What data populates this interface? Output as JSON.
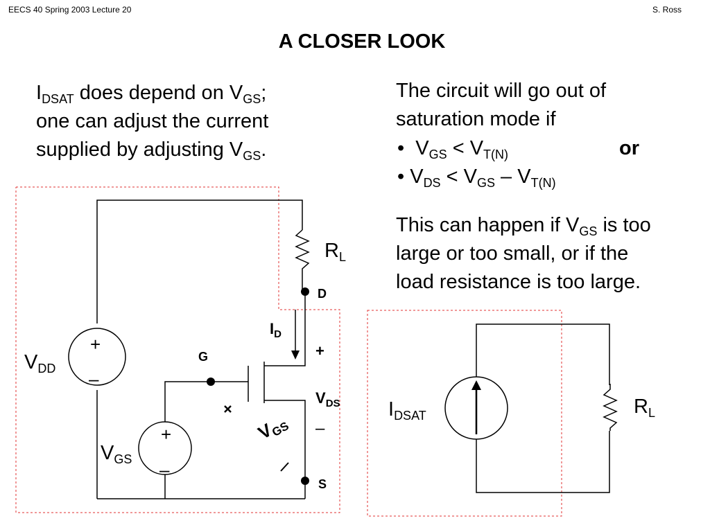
{
  "header": {
    "left": "EECS 40 Spring 2003  Lecture 20",
    "right": "S. Ross"
  },
  "title": "A CLOSER LOOK",
  "left_text": {
    "l1_a": "I",
    "l1_a_sub": "DSAT",
    "l1_b": " does depend on V",
    "l1_b_sub": "GS",
    "l1_c": ";",
    "l2": "one can adjust the current",
    "l3_a": "supplied by adjusting V",
    "l3_sub": "GS",
    "l3_b": "."
  },
  "right_text": {
    "p1_l1": "The circuit will go out of",
    "p1_l2": "saturation mode if",
    "b1_bullet": "•",
    "b1_a": "V",
    "b1_a_sub": "GS",
    "b1_b": " < V",
    "b1_b_sub": "T(N)",
    "or": "or",
    "b2_bullet": "•",
    "b2_a": "V",
    "b2_a_sub": "DS",
    "b2_b": " < V",
    "b2_b_sub": "GS",
    "b2_c": " – V",
    "b2_c_sub": "T(N)",
    "p2_l1_a": "This can happen if V",
    "p2_l1_sub": "GS",
    "p2_l1_b": " is too",
    "p2_l2": "large or too small, or if the",
    "p2_l3": "load resistance is too large."
  },
  "circuit1": {
    "vdd": "V",
    "vdd_sub": "DD",
    "vgs": "V",
    "vgs_sub": "GS",
    "rl": "R",
    "rl_sub": "L",
    "plus": "+",
    "minus": "–",
    "node_d": "D",
    "node_g": "G",
    "node_s": "S",
    "id": "I",
    "id_sub": "D",
    "vds_plus": "+",
    "vds": "V",
    "vds_sub": "DS",
    "vds_minus": "–",
    "vgs_plus": "+",
    "vgs_label": "V",
    "vgs_label_sub": "GS",
    "vgs_minus": "–"
  },
  "circuit2": {
    "idsat": "I",
    "idsat_sub": "DSAT",
    "rl": "R",
    "rl_sub": "L"
  },
  "colors": {
    "dashed_box": "#e03030",
    "ink": "#000000"
  }
}
